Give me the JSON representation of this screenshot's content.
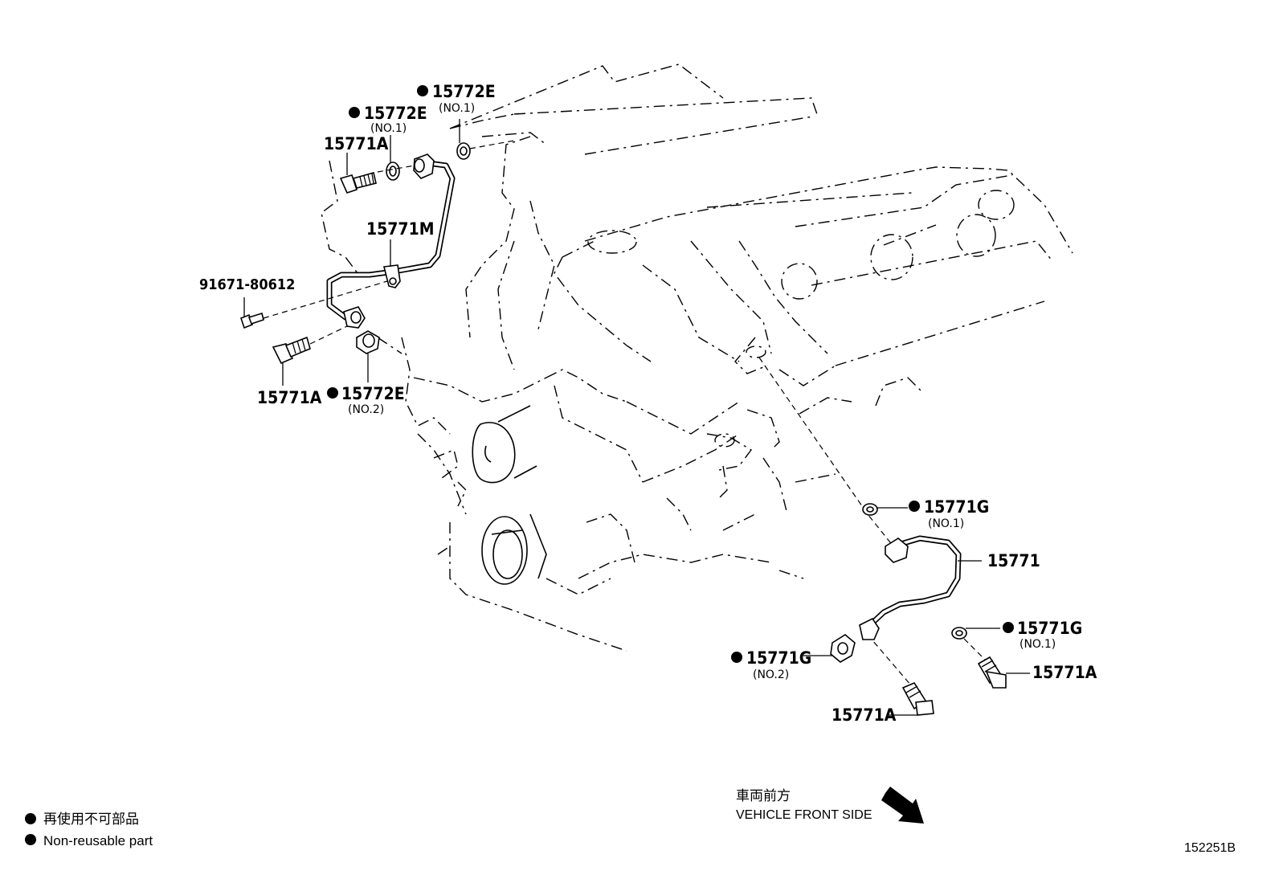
{
  "labels": {
    "p15772e_top": "15772E",
    "p15772e_top_sub": "(NO.1)",
    "p15772e_mid": "15772E",
    "p15772e_mid_sub": "(NO.1)",
    "p15771a_upper": "15771A",
    "p15771m": "15771M",
    "p91671": "91671-80612",
    "p15771a_left": "15771A",
    "p15772e_low": "15772E",
    "p15772e_low_sub": "(NO.2)",
    "p15771g_top": "15771G",
    "p15771g_top_sub": "(NO.1)",
    "p15771": "15771",
    "p15771g_right": "15771G",
    "p15771g_right_sub": "(NO.1)",
    "p15771a_right": "15771A",
    "p15771g_left": "15771G",
    "p15771g_left_sub": "(NO.2)",
    "p15771a_bottom": "15771A"
  },
  "direction": {
    "jp": "車両前方",
    "en": "VEHICLE FRONT SIDE"
  },
  "legend": {
    "jp": "再使用不可部品",
    "en": "Non-reusable part"
  },
  "figure_id": "152251B",
  "colors": {
    "line": "#000000",
    "background": "#ffffff"
  }
}
